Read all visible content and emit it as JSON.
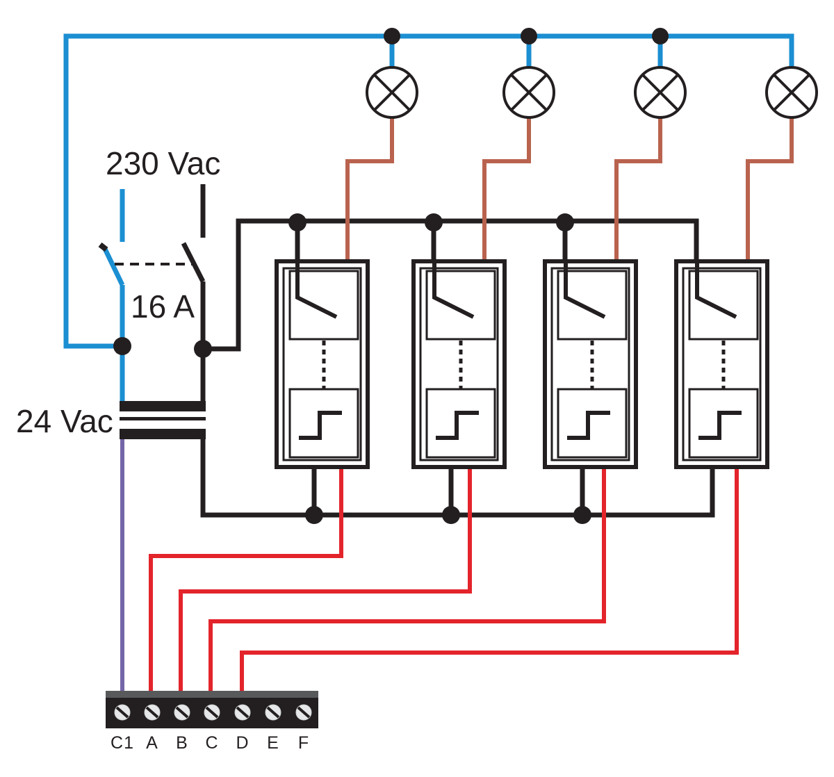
{
  "labels": {
    "mains_voltage": "230 Vac",
    "breaker_rating": "16 A",
    "transformer_voltage": "24 Vac"
  },
  "terminals": [
    "C1",
    "A",
    "B",
    "C",
    "D",
    "E",
    "F"
  ],
  "colors": {
    "neutral_wire": "#1b8fd2",
    "lamp_wire": "#b9634f",
    "control_wire": "#e3242b",
    "secondary_wire": "#7366a6",
    "line_wire": "#231f20"
  },
  "components": {
    "lamps": 4,
    "relay_modules": 4
  }
}
